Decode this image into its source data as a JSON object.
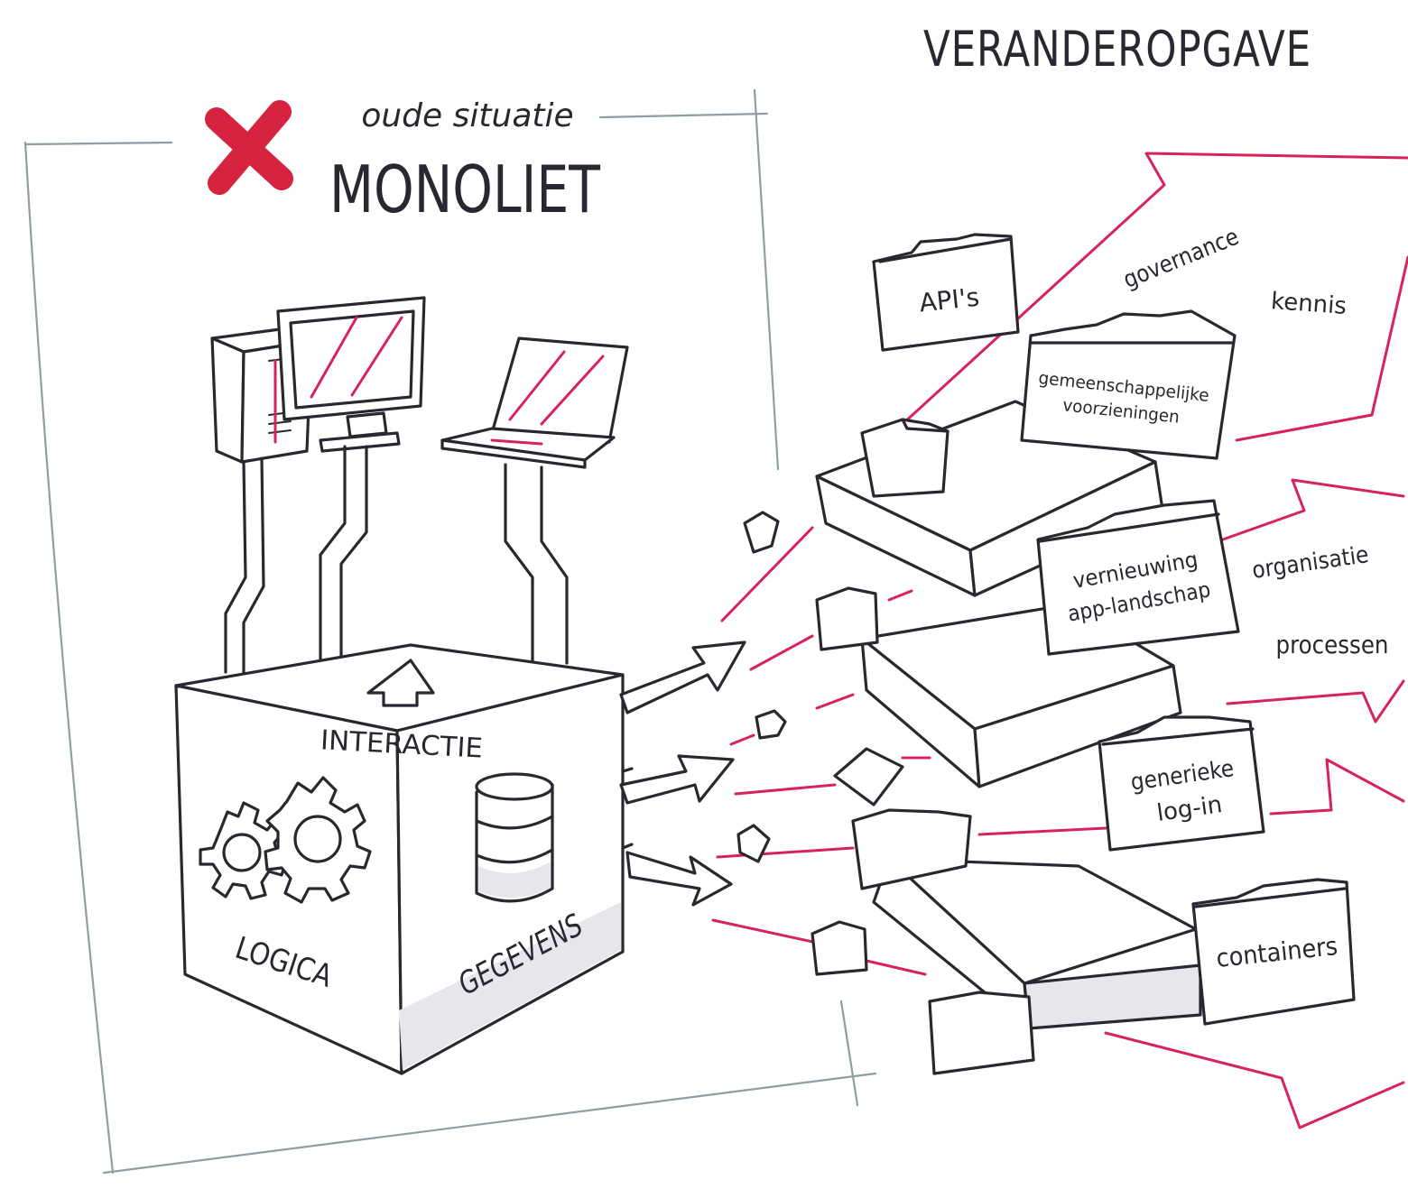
{
  "title": "VERANDEROPGAVE",
  "old": {
    "caption": "oude situatie",
    "name": "MONOLIET",
    "mark_color": "#d6233f",
    "mark_icon": "cross-icon"
  },
  "cube": {
    "top": "INTERACTIE",
    "left": "LOGICA",
    "right": "GEGEVENS"
  },
  "folders": {
    "apis": "API's",
    "gemeenschappelijke_1": "gemeenschappelijke",
    "gemeenschappelijke_2": "voorzieningen",
    "vernieuwing_1": "vernieuwing",
    "vernieuwing_2": "app-landschap",
    "login_1": "generieke",
    "login_2": "log-in",
    "containers": "containers"
  },
  "arrow_labels": {
    "governance": "governance",
    "kennis": "kennis",
    "organisatie": "organisatie",
    "processen": "processen"
  },
  "colors": {
    "ink": "#2b2730",
    "accent": "#d6245b",
    "frame": "#8f9ea2",
    "shade": "#e7e6ec"
  }
}
